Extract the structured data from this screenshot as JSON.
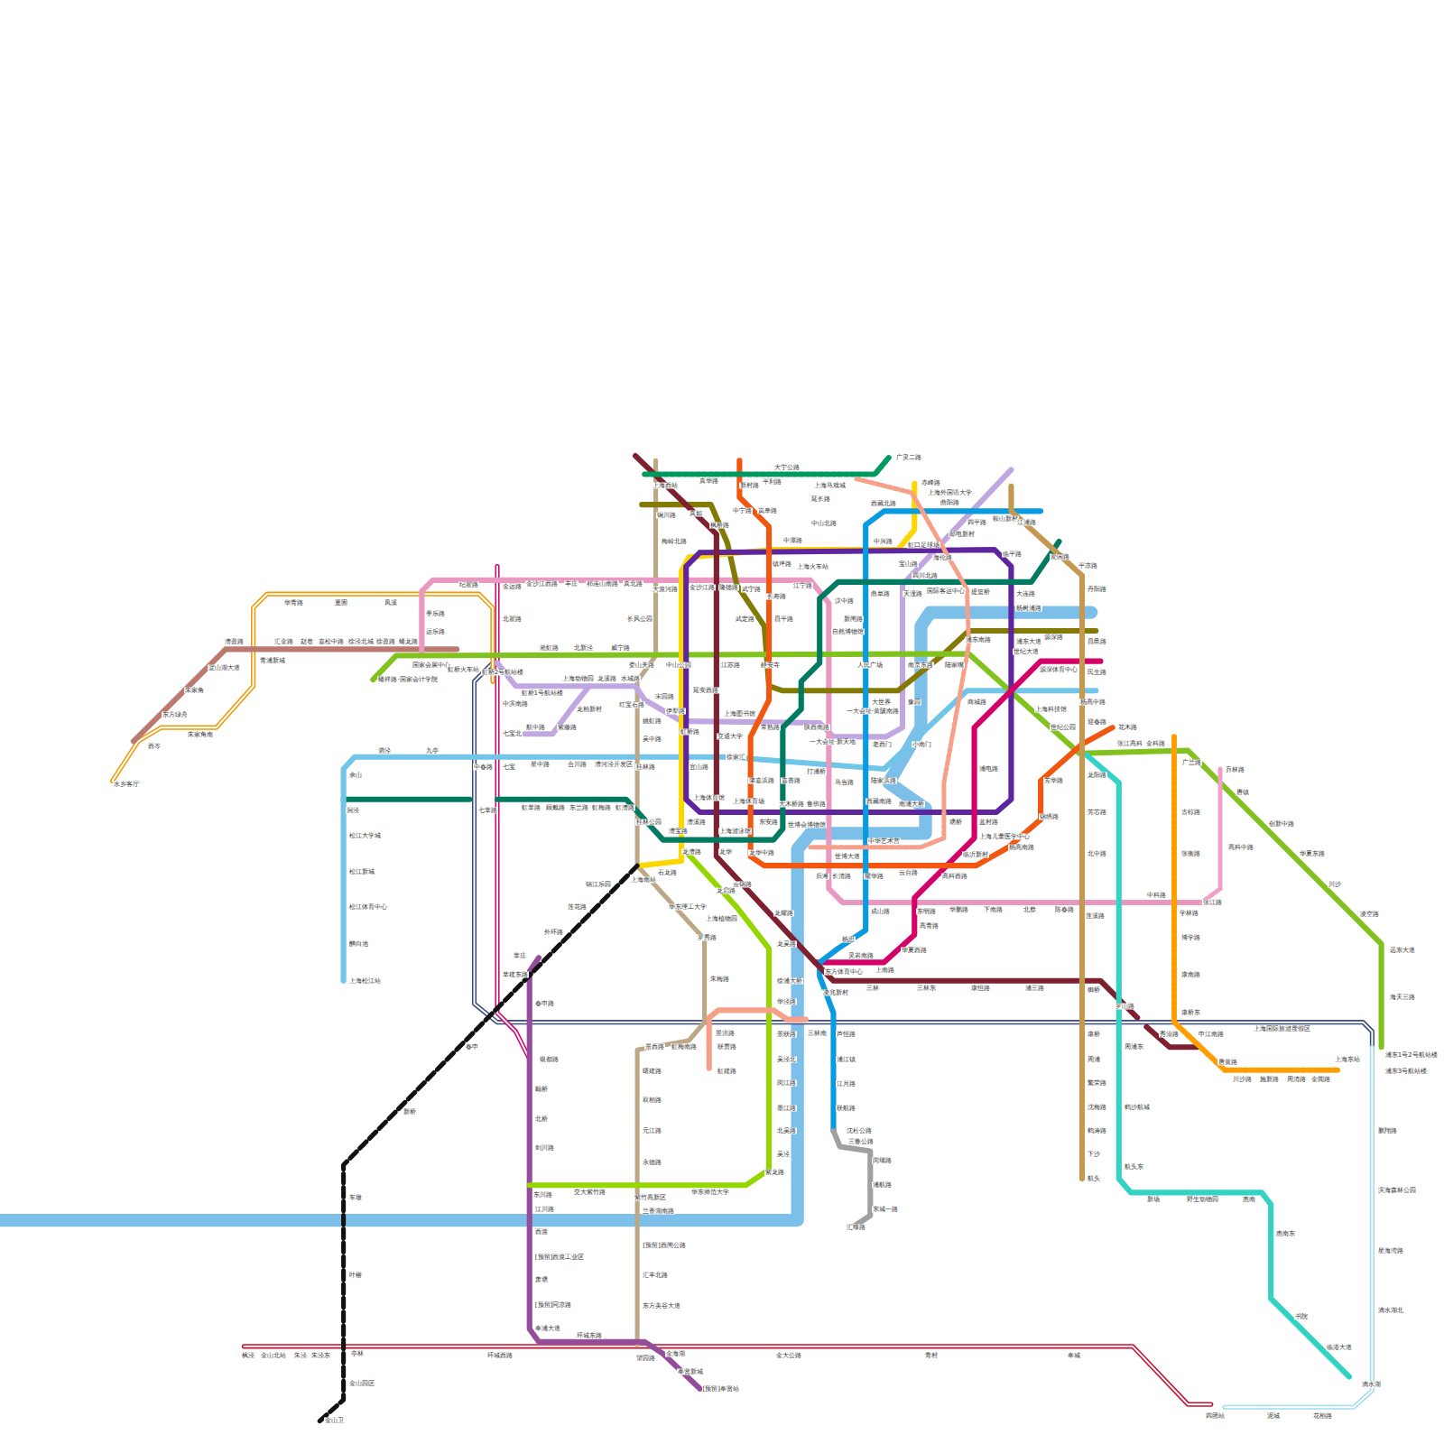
{
  "diagram": {
    "labels": [
      "上海马戏城",
      "延长路",
      "中山北路",
      "上海火车站",
      "汉中路",
      "新闸路",
      "一大会址·黄陂南路",
      "陕西南路",
      "常熟路",
      "徐家汇",
      "上海体育馆",
      "漕宝路",
      "上海南站",
      "锦江乐园",
      "莲花路",
      "外环路",
      "莘庄",
      "蟠祥路·国家会计学院",
      "国家会展中心",
      "虹桥火车站",
      "虹桥2号航站楼",
      "淞虹路",
      "北新泾",
      "威宁路",
      "娄山关路",
      "中山公园",
      "江苏路",
      "静安寺",
      "人民广场",
      "南京东路",
      "陆家嘴",
      "世纪大道",
      "上海科技馆",
      "世纪公园",
      "张江高科",
      "金科路",
      "广兰路",
      "唐镇",
      "创新中路",
      "华夏东路",
      "川沙",
      "凌空路",
      "远东大道",
      "海天三路",
      "浦东1号2号航站楼",
      "赤峰路",
      "虹口足球场",
      "宝山路",
      "中潭路",
      "镇坪路",
      "金沙江路",
      "延安西路",
      "虹桥路",
      "宜山路",
      "漕溪路",
      "龙漕路",
      "石龙路",
      "海伦路",
      "临平路",
      "大连路",
      "杨树浦路",
      "浦东大道",
      "塘桥",
      "南浦大桥",
      "西藏南路",
      "鲁班路",
      "大木桥路",
      "上海体育场",
      "春申路",
      "银都路",
      "颛桥",
      "北桥",
      "剑川路",
      "东川路",
      "江川路",
      "西渡",
      "[预留]西渡工业区",
      "萧塘",
      "[预留]同凉路",
      "奉浦大道",
      "环城东路",
      "金海湖",
      "奉贤新城",
      "[预留]奉贤站",
      "源深体育中心",
      "浦电路",
      "蓝村路",
      "上海儿童医学中心",
      "临沂新村",
      "高科西路",
      "东明路",
      "高青路",
      "华夏西路",
      "上南路",
      "灵岩南路",
      "新村路",
      "岚皋路",
      "长寿路",
      "昌平路",
      "肇嘉浜路",
      "东安路",
      "龙华中路",
      "后滩",
      "长清路",
      "耀华路",
      "云台路",
      "芳华路",
      "锦绣路",
      "杨高南路",
      "花木路",
      "西藏北路",
      "曲阳路",
      "四平路",
      "鞍山新村",
      "江浦路",
      "中兴路",
      "曲阜路",
      "大世界",
      "老西门",
      "陆家浜路",
      "中华艺术宫",
      "成山路",
      "杨思",
      "凌兆新村",
      "芦恒路",
      "浦江镇",
      "江月路",
      "联航路",
      "沈杜公路",
      "三鲁公路",
      "闵瑞路",
      "浦航路",
      "东城一路",
      "汇臻路",
      "上海松江站",
      "醉白池",
      "松江体育中心",
      "松江新城",
      "松江大学城",
      "洞泾",
      "佘山",
      "泗泾",
      "九亭",
      "中春路",
      "七宝",
      "星中路",
      "合川路",
      "漕河泾开发区",
      "桂林路",
      "嘉善路",
      "打浦桥",
      "马当路",
      "小南门",
      "商城路",
      "杨高中路",
      "四川北路",
      "天潼路",
      "豫园",
      "一大会址·新天地",
      "上海图书馆",
      "交通大学",
      "宋园路",
      "伊犁路",
      "水城路",
      "龙溪路",
      "上海动物园",
      "虹桥1号航站楼",
      "龙柏新村",
      "紫藤路",
      "航中路",
      "邮电新村",
      "上海西站",
      "真如",
      "枫桥路",
      "铜川路",
      "隆德路",
      "上海游泳馆",
      "龙华",
      "云锦路",
      "龙耀路",
      "东方体育中心",
      "三林",
      "三林东",
      "康恒路",
      "浦三路",
      "御桥",
      "罗山路",
      "秀沿路",
      "七莘路",
      "虹莘路",
      "顾戴路",
      "东兰路",
      "虹梅路",
      "虹漕路",
      "桂林公园",
      "国际客运中心",
      "提篮桥",
      "爱国路",
      "金运路",
      "金沙江西路",
      "丰庄",
      "祁连山南路",
      "真北路",
      "大渡河路",
      "武宁路",
      "江宁路",
      "自然博物馆",
      "世博会博物馆",
      "世博大道",
      "华鹏路",
      "下南路",
      "北蔡",
      "陈春路",
      "莲溪路",
      "中科路",
      "学林路",
      "张江路",
      "中宁路",
      "武定路",
      "浦东南路",
      "源深路",
      "梅岭北路",
      "长风公园",
      "红宝石路",
      "姚虹路",
      "吴中路",
      "华东理工大学",
      "罗秀路",
      "朱梅路",
      "景西路",
      "虹梅南路",
      "曙建路",
      "双柏路",
      "元江路",
      "永德路",
      "紫竹高新区",
      "兰香湖南路",
      "[预留]西闸公路",
      "汇丰北路",
      "东方美谷大道",
      "望园路",
      "周浦东",
      "鹤沙航城",
      "航头东",
      "新场",
      "野生动物园",
      "惠南",
      "惠南东",
      "书院",
      "临港大道",
      "滴水湖",
      "西岑",
      "东方绿舟",
      "朱家角",
      "淀山湖大道",
      "漕盈路",
      "青浦新城",
      "汇金路",
      "赵巷",
      "嘉松中路",
      "徐泾北城",
      "徐盈路",
      "蟠龙路",
      "平凉路",
      "丹阳路",
      "昌邑路",
      "民生路",
      "迎春路",
      "龙阳路",
      "芳芯路",
      "北中路",
      "康桥",
      "周浦",
      "繁荣路",
      "沈梅路",
      "鹤涛路",
      "下沙",
      "航头",
      "真华路",
      "平利路",
      "大宁公路",
      "广灵二路",
      "三林南",
      "上海国际旅游度假区",
      "浦东3号航站楼",
      "北翟路",
      "中滨南路",
      "七宝北",
      "莘建东路",
      "春申",
      "新桥",
      "车墩",
      "叶榭",
      "亭林",
      "金山园区",
      "金山卫",
      "枫泾",
      "金山北站",
      "朱泾",
      "朱泾东",
      "环城西路",
      "金大公路",
      "青村",
      "奉城",
      "四团站",
      "泥城",
      "花柏路",
      "鹏翔路",
      "滨海森林公园",
      "星海湾路",
      "滴水湖北",
      "华青路",
      "重固",
      "凤溪",
      "朱家角南",
      "水乡客厅",
      "纪翟路",
      "季乐路",
      "运乐路",
      "古棕路",
      "张衡路",
      "博学路",
      "康南路",
      "康桥东",
      "申江南路",
      "唐黄路",
      "川沙路",
      "施新路",
      "周清路",
      "金闻路",
      "上海东站",
      "乔林路",
      "高科中路",
      "景洪路",
      "联曹路",
      "虹建路",
      "龙启路",
      "上海植物园",
      "龙吴路",
      "徐浦大桥",
      "华泾路",
      "景联路",
      "吴泾北",
      "闵江路",
      "墨江路",
      "北吴路",
      "吴泾",
      "紫龙路",
      "华东师范大学",
      "交大紫竹路",
      "上海外国语大学"
    ]
  }
}
